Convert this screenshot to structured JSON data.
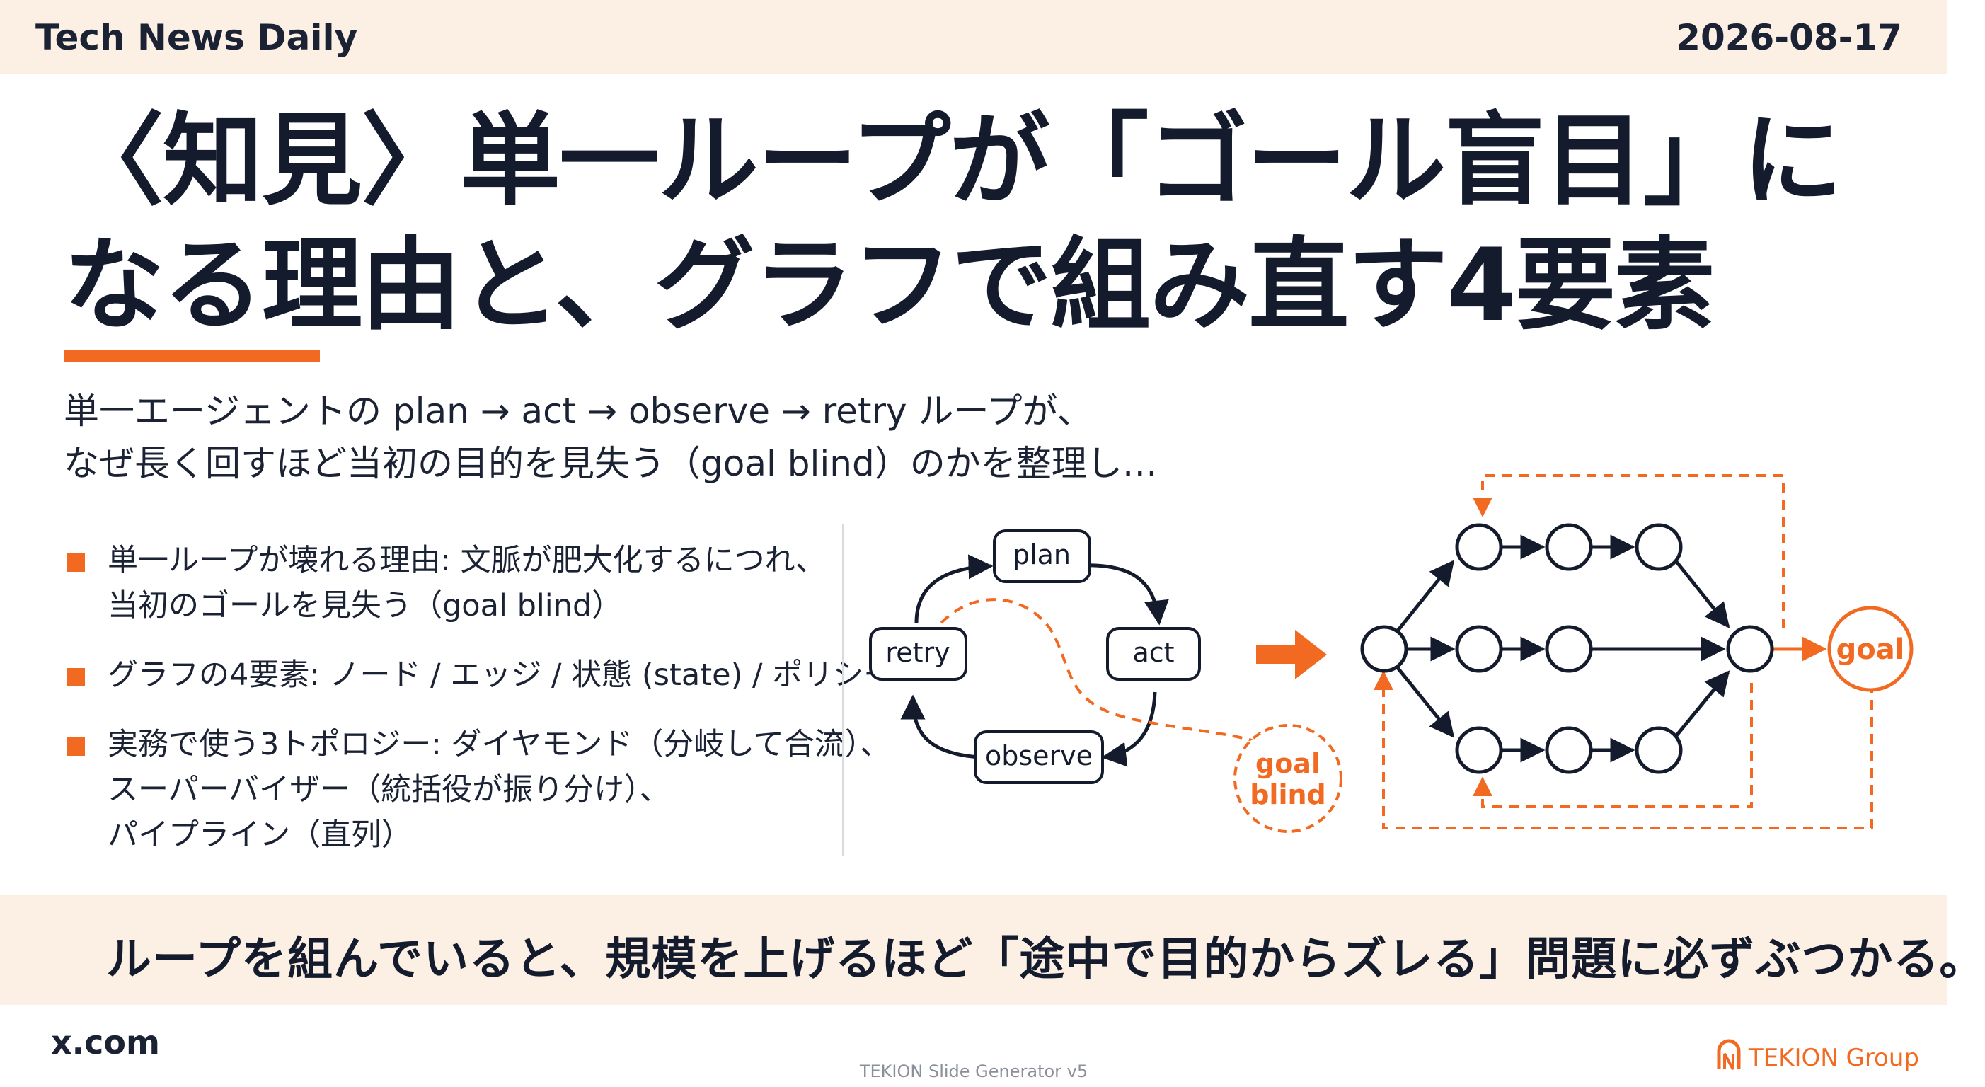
{
  "header": {
    "brand": "Tech News Daily",
    "date": "2026-08-17"
  },
  "title": {
    "line1": "〈知見〉単一ループが「ゴール盲目」に",
    "line2": "なる理由と、グラフで組み直す4要素"
  },
  "lead": {
    "line1": "単一エージェントの plan → act → observe → retry ループが、",
    "line2": "なぜ長く回すほど当初の目的を見失う（goal blind）のかを整理し…"
  },
  "bullets": [
    {
      "lines": [
        "単一ループが壊れる理由: 文脈が肥大化するにつれ、",
        "当初のゴールを見失う（goal blind）"
      ]
    },
    {
      "lines": [
        "グラフの4要素: ノード / エッジ / 状態 (state) / ポリシー"
      ]
    },
    {
      "lines": [
        "実務で使う3トポロジー: ダイヤモンド（分岐して合流）、",
        "スーパーバイザー（統括役が振り分け）、",
        "パイプライン（直列）"
      ]
    }
  ],
  "loop_diagram": {
    "nodes": {
      "plan": "plan",
      "act": "act",
      "observe": "observe",
      "retry": "retry"
    },
    "goal_blind": [
      "goal",
      "blind"
    ]
  },
  "graph_diagram": {
    "goal": "goal"
  },
  "footer": {
    "message": "ループを組んでいると、規模を上げるほど「途中で目的からズレる」問題に必ずぶつかる。",
    "source": "x.com",
    "generator": "TEKION Slide Generator v5",
    "logo_text": "TEKION Group"
  },
  "colors": {
    "accent": "#f26a21",
    "ink": "#141b2d",
    "band": "#fcefe4"
  }
}
